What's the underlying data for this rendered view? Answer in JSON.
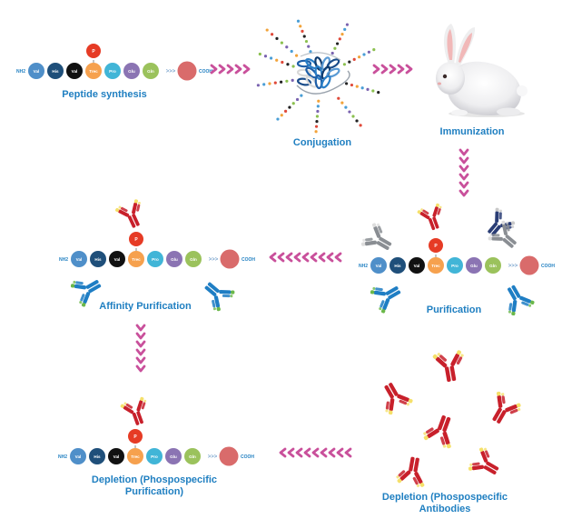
{
  "steps": {
    "peptide_synthesis": "Peptide synthesis",
    "conjugation": "Conjugation",
    "immunization": "Immunization",
    "purification": "Purification",
    "affinity_purification": "Affinity Purification",
    "depletion_antibodies_line1": "Depletion (Phospospecific",
    "depletion_antibodies_line2": "Antibodies",
    "depletion_purification_line1": "Depletion (Phospospecific",
    "depletion_purification_line2": "Purification)"
  },
  "peptide": {
    "n_terminus": "NH2",
    "c_terminus": "COOH",
    "ellipsis": ">>>",
    "phospho_label": "P",
    "residues": [
      {
        "name": "Val",
        "color": "#4f8fc9"
      },
      {
        "name": "His",
        "color": "#1f4f7a"
      },
      {
        "name": "Val",
        "color": "#111111"
      },
      {
        "name": "Trec",
        "color": "#f6a14e"
      },
      {
        "name": "Pro",
        "color": "#41b5d7"
      },
      {
        "name": "Glu",
        "color": "#8b74b3"
      },
      {
        "name": "Gln",
        "color": "#9bc25c"
      }
    ],
    "cap_color": "#d96b6b",
    "phospho_color": "#e63b25"
  },
  "colors": {
    "arrow": "#c9509b",
    "label": "#1f7fc1",
    "antibody_red": "#c8202b",
    "antibody_blue": "#1f7ec4",
    "antibody_gray": "#8a8e93",
    "antibody_navy": "#2a3d75",
    "tip_yellow": "#f5e06a",
    "tip_green": "#6bb84a"
  },
  "icons": [
    "protein-carrier-icon",
    "rabbit-icon",
    "antibody-icon",
    "phospho-icon",
    "chevron-arrow-icon"
  ]
}
